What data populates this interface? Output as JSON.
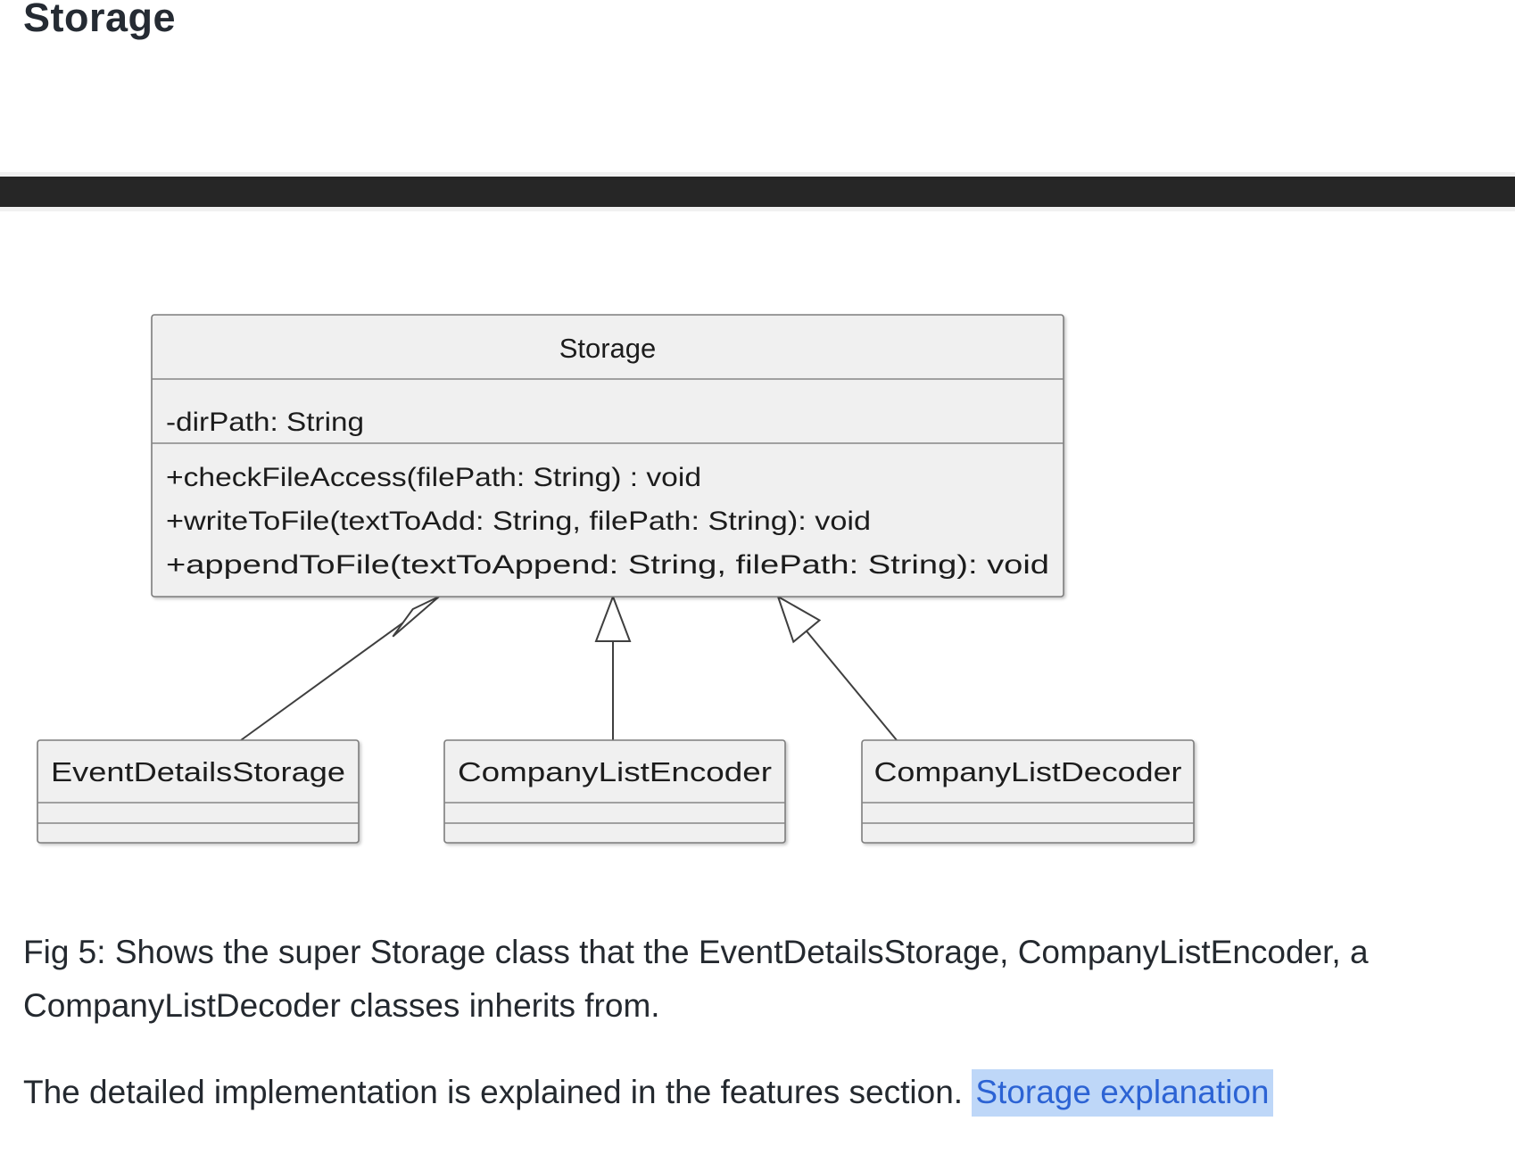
{
  "page": {
    "heading": "Storage",
    "caption_line1": "Fig 5: Shows the super Storage class that the EventDetailsStorage, CompanyListEncoder, a",
    "caption_line2": "CompanyListDecoder classes inherits from.",
    "paragraph_text": "The detailed implementation is explained in the features section. ",
    "link_text": "Storage explanation"
  },
  "colors": {
    "heading_text": "#252b33",
    "body_text": "#24292f",
    "link_blue": "#2c63d4",
    "selection_highlight": "#bed7f8",
    "divider_bar_dark": "#262626",
    "divider_bar_edge": "#f1f1f1",
    "uml_box_fill": "#f0f0f0",
    "uml_box_border": "#7d7d7d",
    "uml_text": "#1c1c1c"
  },
  "diagram": {
    "storage_class": {
      "name": "Storage",
      "attribute_1": "-dirPath: String",
      "method_1": "+checkFileAccess(filePath: String) : void",
      "method_2": "+writeToFile(textToAdd: String, filePath: String): void",
      "method_3": "+appendToFile(textToAppend: String, filePath: String): void"
    },
    "subclass_1": {
      "name": "EventDetailsStorage"
    },
    "subclass_2": {
      "name": "CompanyListEncoder"
    },
    "subclass_3": {
      "name": "CompanyListDecoder"
    },
    "relationship": "inheritance"
  }
}
